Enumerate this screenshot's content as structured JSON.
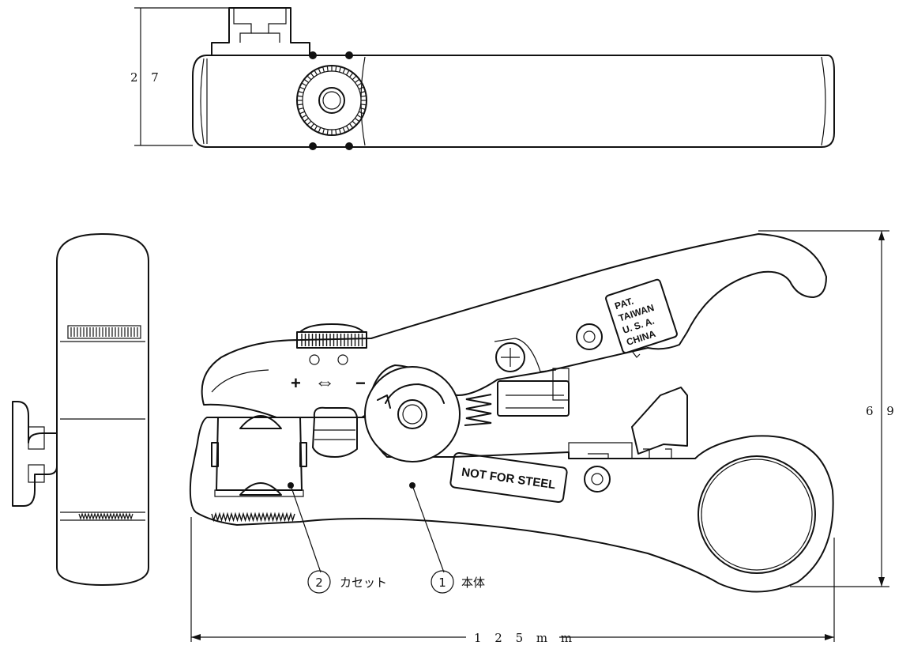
{
  "dimensions": {
    "height_top": "2 7",
    "height_side": "6 9",
    "width": "1 2 5 m m"
  },
  "callouts": [
    {
      "number": "2",
      "label": "カセット"
    },
    {
      "number": "1",
      "label": "本体"
    }
  ],
  "stamps": {
    "not_for_steel": "NOT FOR STEEL",
    "patent": [
      "PAT.",
      "TAIWAN",
      "U. S. A.",
      "CHINA"
    ]
  },
  "adjust_symbols": {
    "plus": "+",
    "arrow": "⇔",
    "minus": "−"
  }
}
